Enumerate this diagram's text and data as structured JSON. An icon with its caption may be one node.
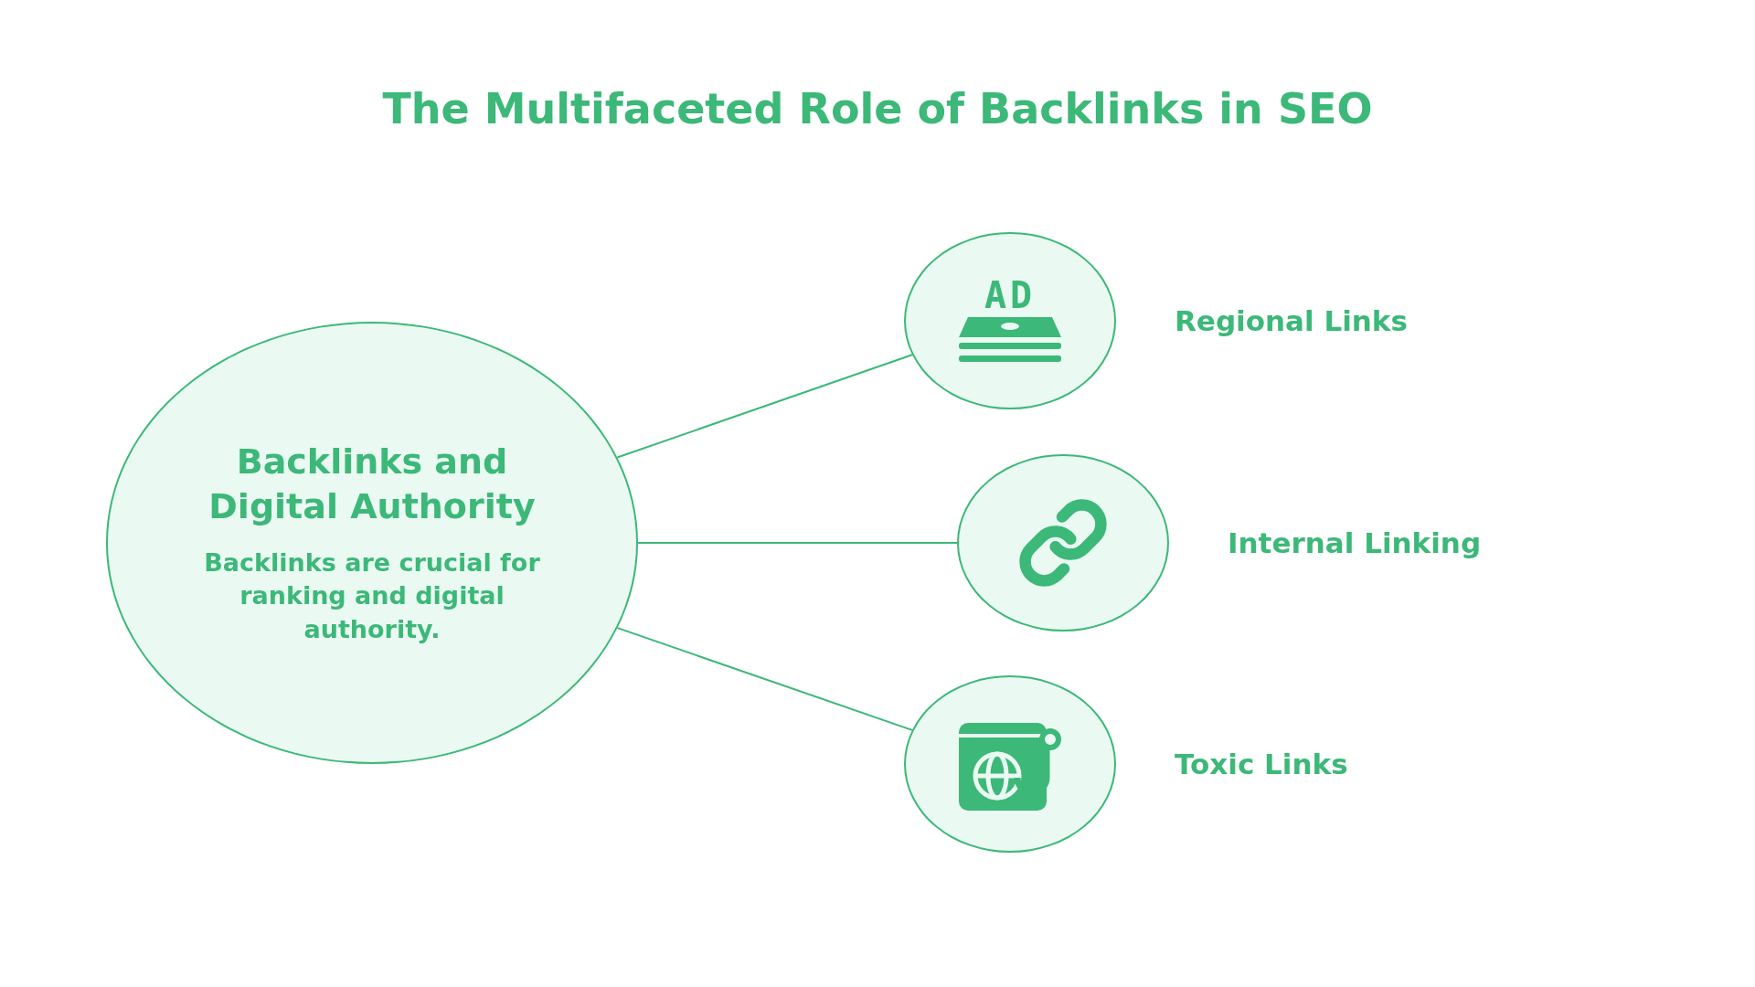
{
  "diagram": {
    "title": "The Multifaceted Role of Backlinks in SEO",
    "nodes": [
      {
        "text": [
          "Backlinks and Digital Authority",
          "Backlinks are crucial for ranking and digital authority."
        ]
      },
      {
        "text": [],
        "shape": "circle",
        "beside": [
          "Regional Links"
        ]
      },
      {
        "text": [],
        "shape": "circle",
        "beside": [
          "Internal Linking"
        ]
      },
      {
        "text": [],
        "shape": "circle",
        "beside": [
          "Toxic Links"
        ]
      }
    ],
    "edges": [
      {
        "from": 0,
        "to": 1,
        "arrow": "none"
      },
      {
        "from": 0,
        "to": 2,
        "arrow": "none"
      },
      {
        "from": 0,
        "to": 3,
        "arrow": "none"
      }
    ],
    "labels": [
      "AD"
    ]
  }
}
